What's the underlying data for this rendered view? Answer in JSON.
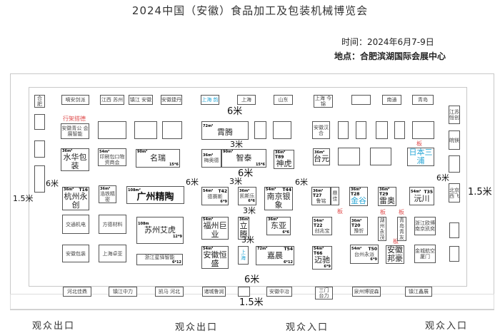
{
  "header": {
    "title": "2024中国（安徽）食品加工及包装机械博览会",
    "time": "时间：2024年6月7-9日",
    "location": "地点：合肥滨湖国际会展中心"
  },
  "annotations": {
    "rack": "行架搭德",
    "board": "板"
  },
  "booths": [
    {
      "label": "合肥"
    },
    {
      "label": "嘀安剑派"
    },
    {
      "label": "江西 苏州"
    },
    {
      "label": "镇江 安徽"
    },
    {
      "label": "安徽捷丹"
    },
    {
      "label": "上海 韵"
    },
    {
      "label": "上海"
    },
    {
      "label": "山东"
    },
    {
      "label": "上海 今锦"
    },
    {
      "label": ""
    },
    {
      "label": "南通"
    },
    {
      "label": "青岛"
    },
    {
      "label": "安徽青公 会展智能"
    },
    {
      "label": ""
    },
    {
      "label": ""
    },
    {
      "label": ""
    },
    {
      "label": "霄腾",
      "area": "72m²"
    },
    {
      "label": ""
    },
    {
      "label": ""
    },
    {
      "label": "安徽汉合"
    },
    {
      "label": ""
    },
    {
      "label": ""
    },
    {
      "label": ""
    },
    {
      "label": ""
    },
    {
      "label": ""
    },
    {
      "label": "水华包装",
      "area": "36m²"
    },
    {
      "label": "印刷包口物资商会",
      "area": "54m²"
    },
    {
      "label": "名瑞",
      "area": "90m²",
      "dim": "15*6"
    },
    {
      "label": "梅奥德",
      "area": "36m²"
    },
    {
      "label": "智泰",
      "area": "90m²",
      "dim": "15*6"
    },
    {
      "label": "神虎",
      "area": "36m²",
      "code": "T89"
    },
    {
      "label": "台元",
      "area": "36m²"
    },
    {
      "label": ""
    },
    {
      "label": ""
    },
    {
      "label": "日本三浦"
    },
    {
      "label": "杭州永创",
      "area": "36m²",
      "code": "T16"
    },
    {
      "label": "浩铁精密",
      "area": "36m²"
    },
    {
      "label": "广州精陶",
      "area": "108m²"
    },
    {
      "label": "德赛斯",
      "area": "54m²",
      "code": "T42",
      "dim": "6*9"
    },
    {
      "label": "凯斯乐",
      "area": "36m²",
      "dim": "6*6"
    },
    {
      "label": "南京银象",
      "area": "54m²",
      "code": "T44"
    },
    {
      "label": "鲁铭",
      "area": "36m²",
      "code": "T27"
    },
    {
      "label": "鼎佳"
    },
    {
      "label": "金谷",
      "area": "36m²",
      "code": "T28"
    },
    {
      "label": "雷奥",
      "area": "36m²",
      "code": "T29"
    },
    {
      "label": "沅川",
      "area": "54m²",
      "code": "T35"
    },
    {
      "label": "交通机电"
    },
    {
      "label": "方德材料"
    },
    {
      "label": "苏州艾虎",
      "area": "108m",
      "dim": "12*9"
    },
    {
      "label": "福州巨业",
      "area": "54m²"
    },
    {
      "label": "立腾",
      "area": "36m²"
    },
    {
      "label": "东亚",
      "area": "36m²",
      "dim": "6*6"
    },
    {
      "label": "创兆宝",
      "area": "54m²",
      "code": "T22"
    },
    {
      "label": "豫忻",
      "area": "36m²",
      "code": "T20"
    },
    {
      "label": "湖州永茂"
    },
    {
      "label": "青岛青友"
    },
    {
      "label": "浙江欧博 南京凯奕"
    },
    {
      "label": "安徽包装"
    },
    {
      "label": "上海卓亚"
    },
    {
      "label": "浙江星驿智能",
      "dim": "6*12"
    },
    {
      "label": "安徽恒盛",
      "area": "54m²"
    },
    {
      "label": "上海"
    },
    {
      "label": "嘉晨",
      "area": "72m²",
      "code": "T54",
      "dim": "6*12"
    },
    {
      "label": "迈驰",
      "area": "54m²",
      "code": "T66",
      "dim": "6*9"
    },
    {
      "label": "台州永派",
      "area": "54m²",
      "code": "T50",
      "dim": "6*9"
    },
    {
      "label": "安徽邦豪"
    },
    {
      "label": "金城航空 厦门"
    },
    {
      "label": "河北佳鼎"
    },
    {
      "label": "镇江中力"
    },
    {
      "label": "凯马 河北"
    },
    {
      "label": "诸城鲁润"
    },
    {
      "label": ""
    },
    {
      "label": "安徽中冶"
    },
    {
      "label": "三门 台力"
    },
    {
      "label": "泉州博锐森"
    },
    {
      "label": "镇江鑫展"
    },
    {
      "label": ""
    },
    {
      "label": ""
    },
    {
      "label": ""
    },
    {
      "label": "江苏恒创"
    },
    {
      "label": "皖镁"
    },
    {
      "label": ""
    },
    {
      "label": "北京西飞"
    },
    {
      "label": ""
    },
    {
      "label": ""
    }
  ],
  "distances": [
    "6米",
    "3米",
    "6米",
    "6米",
    "1.5米",
    "6米",
    "3米",
    "3米",
    "6米",
    "6米",
    "1.5米",
    "3米",
    "6米",
    "1.5米"
  ],
  "exits": [
    "观众出口",
    "观众出口",
    "观众入口",
    "观众入口"
  ]
}
